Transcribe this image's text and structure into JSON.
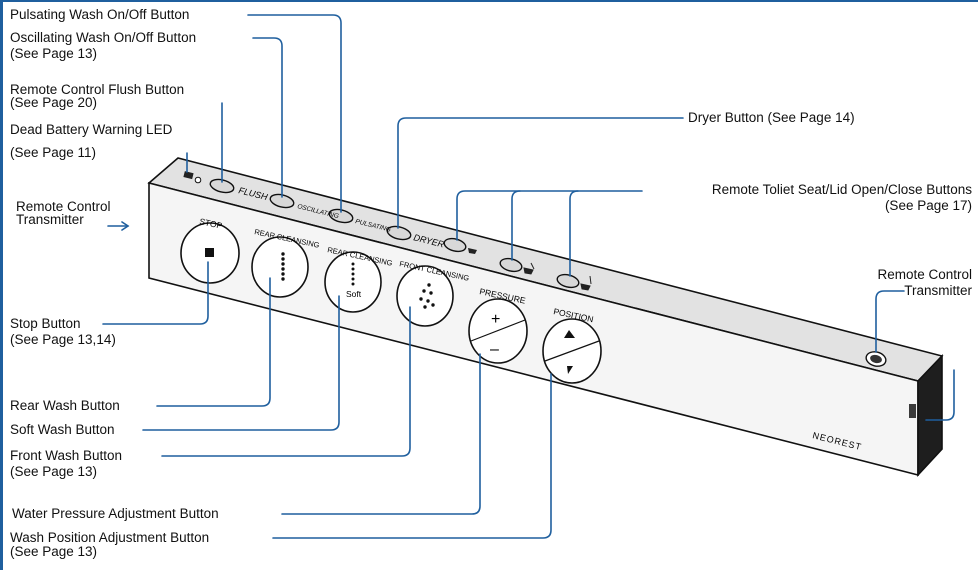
{
  "callouts": {
    "pulsating": "Pulsating Wash On/Off Button",
    "oscillating": "Oscillating Wash On/Off Button",
    "oscillating_ref": "(See Page 13)",
    "flush": "Remote Control Flush Button",
    "flush_ref": "(See Page 20)",
    "battery": "Dead Battery Warning LED",
    "battery_ref": "(See Page 11)",
    "transmitter_left_1": "Remote Control",
    "transmitter_left_2": "Transmitter",
    "stop": "Stop Button",
    "stop_ref": "(See Page 13,14)",
    "rear": "Rear Wash Button",
    "soft": "Soft Wash Button",
    "front": "Front Wash Button",
    "front_ref": "(See Page 13)",
    "pressure": "Water Pressure Adjustment Button",
    "position": "Wash Position Adjustment Button",
    "position_ref": "(See Page 13)",
    "dryer": "Dryer Button (See Page 14)",
    "seat_lid": "Remote Toliet Seat/Lid Open/Close Buttons",
    "seat_lid_ref": "(See Page 17)",
    "transmitter_right_1": "Remote Control",
    "transmitter_right_2": "Transmitter"
  },
  "device": {
    "top_buttons": {
      "flush": "FLUSH",
      "oscillating": "OSCILLATING",
      "pulsating": "PULSATING",
      "dryer": "DRYER"
    },
    "big_buttons": {
      "stop": "STOP",
      "rear": "REAR CLEANSING",
      "soft": "REAR CLEANSING",
      "soft_sub": "Soft",
      "front": "FRONT CLEANSING",
      "pressure": "PRESSURE",
      "position": "POSITION"
    },
    "pressure_symbols": {
      "plus": "+",
      "minus": "–"
    },
    "brand": "NEOREST"
  },
  "colors": {
    "leader_line": "#1f5f9e",
    "device_outline": "#111111",
    "device_face": "#f4f4f4",
    "transmitter_window": "#222222"
  },
  "icons": {
    "battery": "battery-icon",
    "stop": "square-icon",
    "rear": "spray-dots-icon",
    "front": "scatter-dots-icon",
    "position": "triangle-arrows-icon",
    "seat_lid": "toilet-seat-icon"
  }
}
